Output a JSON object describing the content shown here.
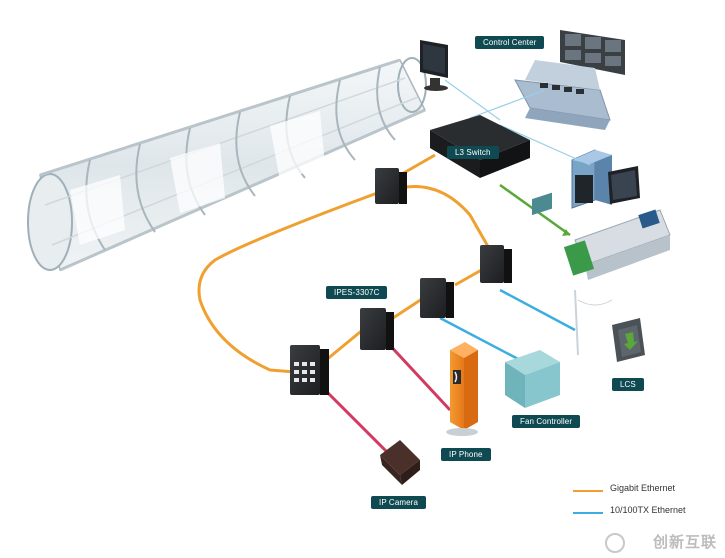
{
  "labels": {
    "control_center": "Control Center",
    "l3_switch": "L3 Switch",
    "ipes": "IPES-3307C",
    "lcs": "LCS",
    "fan_controller": "Fan Controller",
    "ip_phone": "IP Phone",
    "ip_camera": "IP Camera"
  },
  "legend": {
    "gigabit": "Gigabit Ethernet",
    "fast": "10/100TX Ethernet"
  },
  "watermark": "创新互联",
  "colors": {
    "gigabit": "#f0a030",
    "fast": "#3aaee0",
    "green_link": "#5aa83a",
    "pink_link": "#d23a62",
    "tag_bg": "#0f4a52",
    "sfp_green": "#3a9a4a"
  }
}
